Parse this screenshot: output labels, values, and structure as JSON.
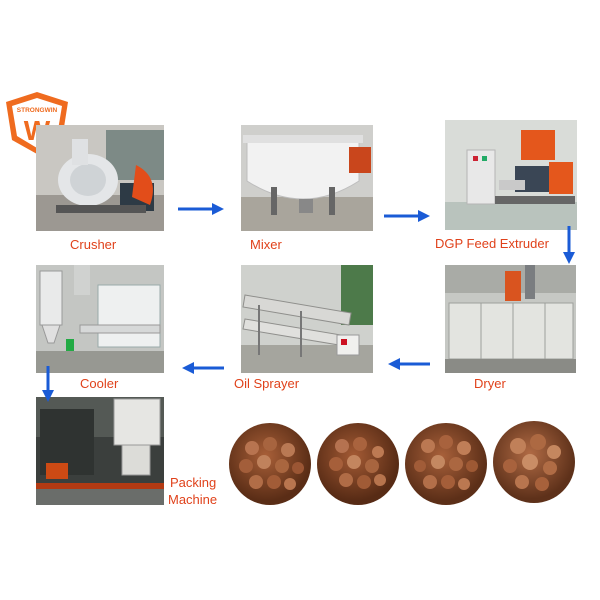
{
  "logo": {
    "brand": "STRONGWIN",
    "letter": "W"
  },
  "steps": {
    "crusher": "Crusher",
    "mixer": "Mixer",
    "extruder": "DGP Feed Extruder",
    "dryer": "Dryer",
    "oil_sprayer": "Oil Sprayer",
    "cooler": "Cooler",
    "packing_line1": "Packing",
    "packing_line2": "Machine"
  },
  "colors": {
    "label": "#e0421b",
    "arrow": "#1a5bd6",
    "logo_orange": "#ef6b1f",
    "pellet": "#8a4a2a"
  },
  "icons": [
    "arrow-right-icon",
    "arrow-down-icon",
    "arrow-left-icon",
    "logo-icon"
  ]
}
